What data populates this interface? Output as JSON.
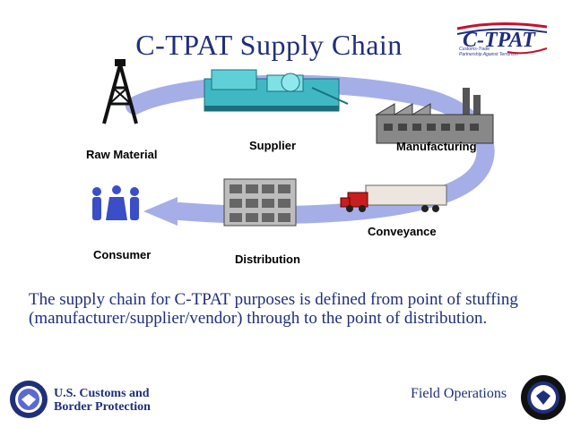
{
  "title": "C-TPAT Supply Chain",
  "logo": {
    "mark": "C-TPAT",
    "tagline_line1": "Customs-Trade",
    "tagline_line2": "Partnership Against Terrorism"
  },
  "stages": {
    "raw_material": "Raw Material",
    "supplier": "Supplier",
    "manufacturing": "Manufacturing",
    "conveyance": "Conveyance",
    "distribution": "Distribution",
    "consumer": "Consumer"
  },
  "description": "The supply chain for C-TPAT purposes is defined from point of stuffing (manufacturer/supplier/vendor) through to the point of distribution.",
  "footer": {
    "agency_line1": "U.S. Customs and",
    "agency_line2": "Border Protection",
    "office": "Field Operations"
  },
  "colors": {
    "title": "#1f2f7a",
    "arrow": "#9aa3e6",
    "logo_red": "#c8102e",
    "logo_blue": "#1f2f7a"
  }
}
